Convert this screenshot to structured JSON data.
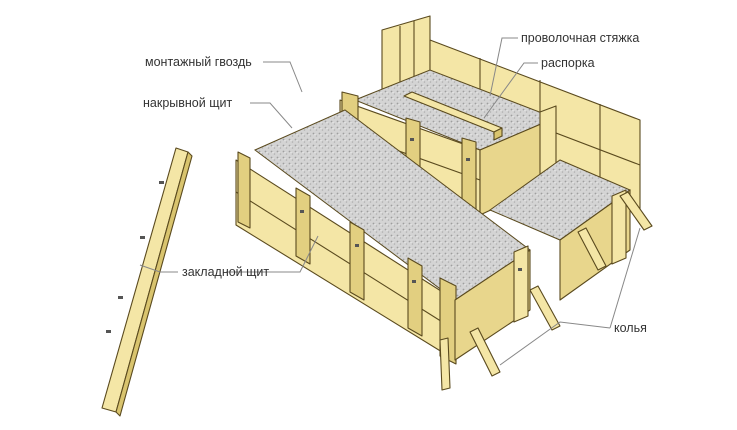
{
  "labels": {
    "nail": "монтажный гвоздь",
    "cover_board": "накрывной щит",
    "embed_board": "закладной щит",
    "wire_tie": "проволочная стяжка",
    "strut": "распорка",
    "stakes": "колья"
  },
  "colors": {
    "wood": "#f4e6a6",
    "wood_dark": "#e2cf80",
    "wood_edge": "#d9c46e",
    "outline": "#5a4a1e",
    "concrete": "#cfcfcf",
    "leader": "#888888",
    "text": "#333333"
  }
}
